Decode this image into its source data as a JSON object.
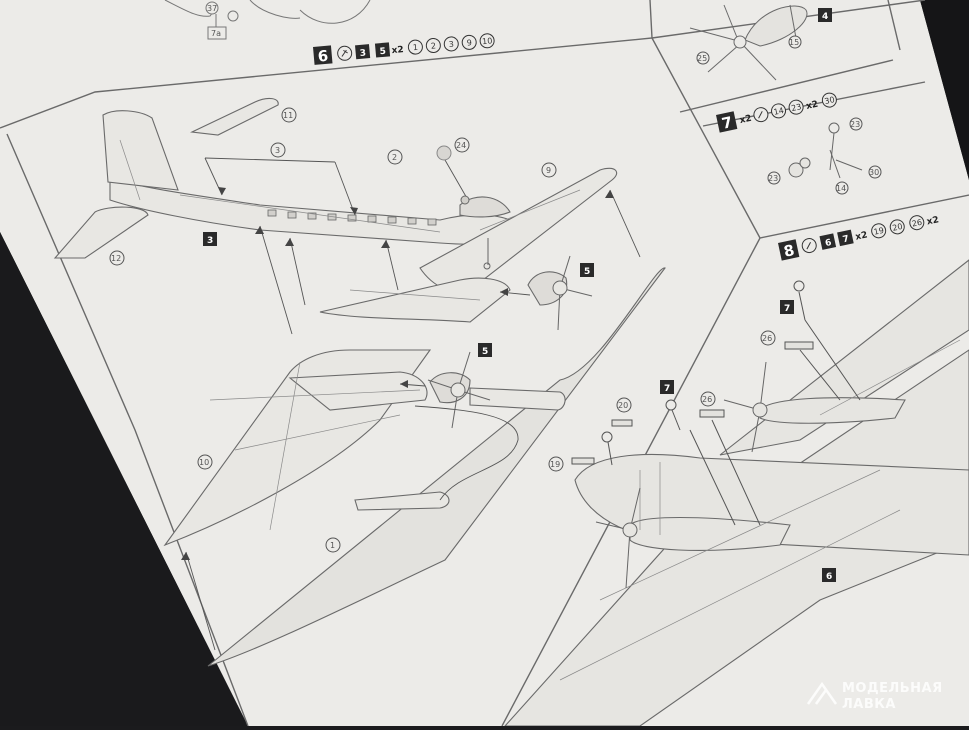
{
  "sheet": {
    "paper_color": "#ecebe8",
    "line_color": "#6a6a6a",
    "panel_line_color": "#8a8a8a"
  },
  "header_strip": {
    "part_37": "37",
    "part_7a": "7a",
    "row": [
      {
        "kind": "step",
        "text": "6"
      },
      {
        "kind": "glue-icon"
      },
      {
        "kind": "badge",
        "text": "3"
      },
      {
        "kind": "badge",
        "text": "5"
      },
      {
        "kind": "mult",
        "text": "x2"
      },
      {
        "kind": "circle",
        "text": "1"
      },
      {
        "kind": "circle",
        "text": "2"
      },
      {
        "kind": "circle",
        "text": "3"
      },
      {
        "kind": "circle",
        "text": "9"
      },
      {
        "kind": "circle",
        "text": "10"
      }
    ]
  },
  "step6_main": {
    "part_labels": [
      "11",
      "3",
      "2",
      "24",
      "9",
      "12",
      "10",
      "1"
    ],
    "badges": [
      "3",
      "5",
      "5"
    ]
  },
  "step4_box": {
    "badge": "4",
    "parts": [
      "25",
      "15"
    ]
  },
  "step7_box": {
    "step_num": "7",
    "row": [
      {
        "kind": "mult",
        "text": "x2"
      },
      {
        "kind": "glue-icon"
      },
      {
        "kind": "circle",
        "text": "14"
      },
      {
        "kind": "circle",
        "text": "23"
      },
      {
        "kind": "mult",
        "text": "x2"
      },
      {
        "kind": "circle",
        "text": "30"
      }
    ],
    "parts": [
      "23",
      "23",
      "14",
      "30"
    ]
  },
  "step8": {
    "step_num": "8",
    "row": [
      {
        "kind": "glue-icon"
      },
      {
        "kind": "badge",
        "text": "6"
      },
      {
        "kind": "badge",
        "text": "7"
      },
      {
        "kind": "mult",
        "text": "x2"
      },
      {
        "kind": "circle",
        "text": "19"
      },
      {
        "kind": "circle",
        "text": "20"
      },
      {
        "kind": "circle",
        "text": "26"
      },
      {
        "kind": "mult",
        "text": "x2"
      }
    ],
    "badges": [
      "7",
      "7",
      "6"
    ],
    "part_labels": [
      "26",
      "20",
      "26",
      "19"
    ]
  },
  "watermark": {
    "line1": "МОДЕЛЬНАЯ",
    "line2": "ЛАВКА"
  }
}
